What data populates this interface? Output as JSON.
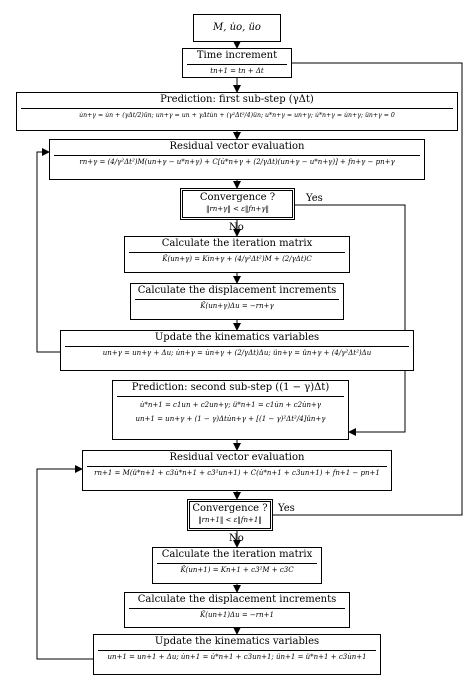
{
  "start": {
    "text": "M, u̇o, üo"
  },
  "time_increment": {
    "title": "Time increment",
    "eq": "tn+1 = tn + Δt"
  },
  "prediction1": {
    "title": "Prediction: first sub-step (γΔt)",
    "eq": "u̇n+γ = u̇n + (γΔt/2)ün; un+γ = un + γΔtu̇n + (γ²Δt²/4)ün; u*n+γ = un+γ; u̇*n+γ = u̇n+γ; ün+γ = 0"
  },
  "residual1": {
    "title": "Residual vector evaluation",
    "eq": "rn+γ = (4/γ²Δt²)M(un+γ − u*n+γ) + C[u̇*n+γ + (2/γΔt)(un+γ − u*n+γ)] + fn+γ − pn+γ"
  },
  "convergence1": {
    "title": "Convergence ?",
    "eq": "‖rn+γ‖ < ε‖fn+γ‖",
    "yes": "Yes",
    "no": "No"
  },
  "iteration1": {
    "title": "Calculate the iteration matrix",
    "eq": "K̂(un+γ) = Kin+γ + (4/γ²Δt²)M + (2/γΔt)C"
  },
  "displacement1": {
    "title": "Calculate the displacement increments",
    "eq": "K̂(un+γ)Δu = −rn+γ"
  },
  "update1": {
    "title": "Update the kinematics variables",
    "eq": "un+γ = un+γ + Δu; u̇n+γ = u̇n+γ + (2/γΔt)Δu; ün+γ = ün+γ + (4/γ²Δt²)Δu"
  },
  "prediction2": {
    "title": "Prediction: second sub-step ((1 − γ)Δt)",
    "eq1": "u̇*n+1 = c1un + c2un+γ; ü*n+1 = c1u̇n + c2u̇n+γ",
    "eq2": "un+1 = un+γ + (1 − γ)Δtu̇n+γ + [(1 − γ)²Δt²/4]ün+γ"
  },
  "residual2": {
    "title": "Residual vector evaluation",
    "eq": "rn+1 = M(ü*n+1 + c3u̇*n+1 + c3²un+1) + C(u̇*n+1 + c3un+1) + fn+1 − pn+1"
  },
  "convergence2": {
    "title": "Convergence ?",
    "eq": "‖rn+1‖ < ε‖fn+1‖",
    "yes": "Yes",
    "no": "No"
  },
  "iteration2": {
    "title": "Calculate the iteration matrix",
    "eq": "K̂(un+1) = Kn+1 + c3²M + c3C"
  },
  "displacement2": {
    "title": "Calculate the displacement increments",
    "eq": "K̂(un+1)Δu = −rn+1"
  },
  "update2": {
    "title": "Update the kinematics variables",
    "eq": "un+1 = un+1 + Δu; u̇n+1 = u̇*n+1 + c3un+1; ün+1 = ü*n+1 + c3u̇n+1"
  }
}
